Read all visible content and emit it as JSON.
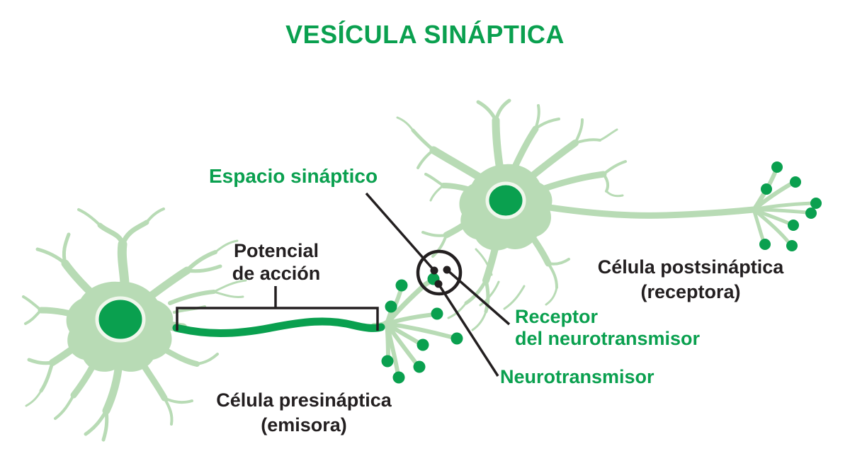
{
  "title": "VESÍCULA SINÁPTICA",
  "colors": {
    "green": "#0aa04f",
    "light_green": "#b8dbb5",
    "ink": "#231f20",
    "nucleus_ring": "#f0f7ec",
    "background": "#ffffff"
  },
  "labels": {
    "synaptic_space": "Espacio sináptico",
    "action_potential": {
      "line1": "Potencial",
      "line2": "de acción"
    },
    "presynaptic_cell": {
      "line1": "Célula presináptica",
      "line2": "(emisora)"
    },
    "postsynaptic_cell": {
      "line1": "Célula postsináptica",
      "line2": "(receptora)"
    },
    "receptor": {
      "line1": "Receptor",
      "line2": "del neurotransmisor"
    },
    "neurotransmitter": "Neurotransmisor"
  }
}
